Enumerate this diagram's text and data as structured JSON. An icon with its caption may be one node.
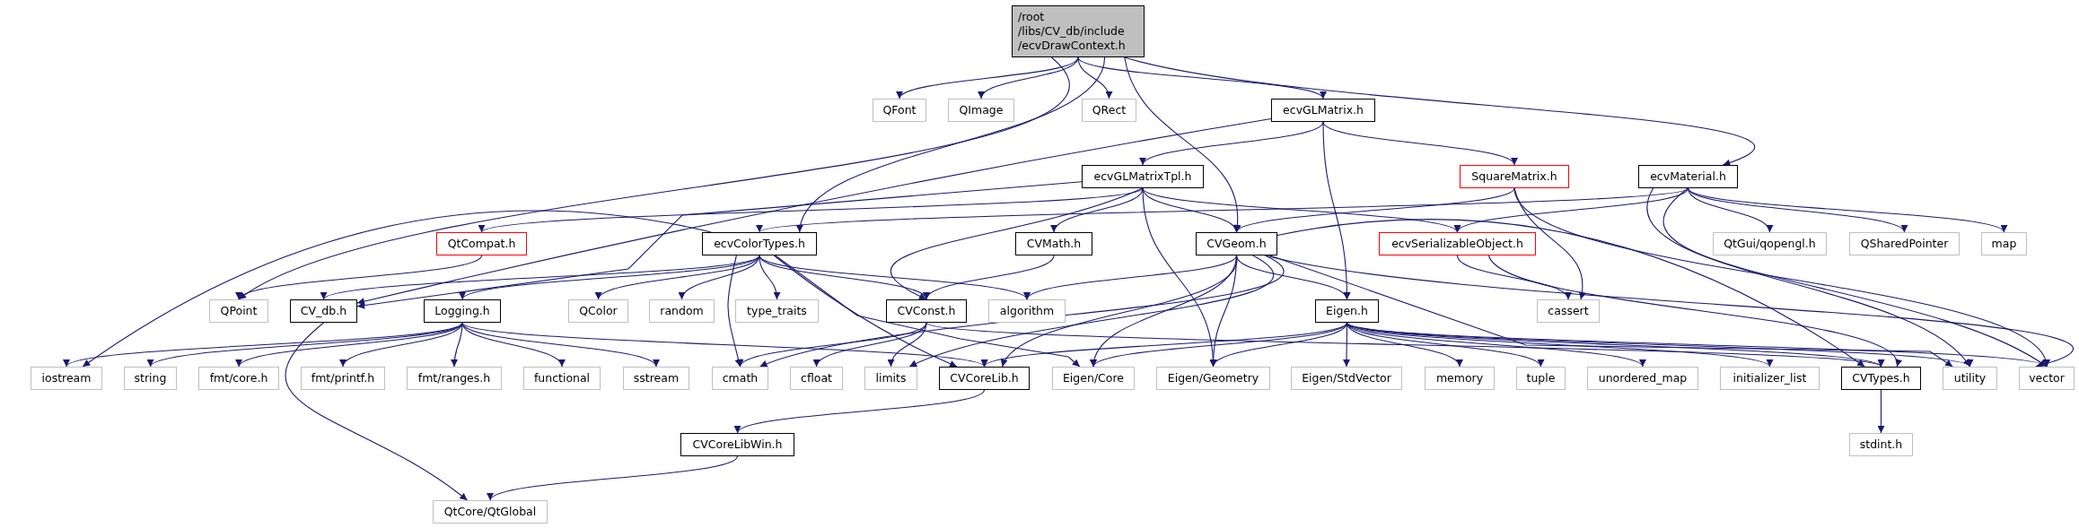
{
  "diagram": {
    "nodes": [
      {
        "text": [
          "/root /libs/CV_db/include /ecvDrawContext.h"
        ]
      },
      {
        "text": [
          "QPoint"
        ]
      },
      {
        "text": [
          "QFont"
        ]
      },
      {
        "text": [
          "QImage"
        ]
      },
      {
        "text": [
          "QRect"
        ]
      },
      {
        "text": [
          "ecvGLMatrix.h"
        ]
      },
      {
        "text": [
          "ecvMaterial.h"
        ]
      },
      {
        "text": [
          "ecvGLMatrixTpl.h"
        ]
      },
      {
        "text": [
          "SquareMatrix.h"
        ]
      },
      {
        "text": [
          "QtCompat.h"
        ]
      },
      {
        "text": [
          "ecvColorTypes.h"
        ]
      },
      {
        "text": [
          "CVMath.h"
        ]
      },
      {
        "text": [
          "CVGeom.h"
        ]
      },
      {
        "text": [
          "ecvSerializableObject.h"
        ]
      },
      {
        "text": [
          "QtGui/qopengl.h"
        ]
      },
      {
        "text": [
          "QSharedPointer"
        ]
      },
      {
        "text": [
          "map"
        ]
      },
      {
        "text": [
          "CV_db.h"
        ]
      },
      {
        "text": [
          "Logging.h"
        ]
      },
      {
        "text": [
          "QColor"
        ]
      },
      {
        "text": [
          "random"
        ]
      },
      {
        "text": [
          "type_traits"
        ]
      },
      {
        "text": [
          "CVConst.h"
        ]
      },
      {
        "text": [
          "algorithm"
        ]
      },
      {
        "text": [
          "Eigen.h"
        ]
      },
      {
        "text": [
          "cassert"
        ]
      },
      {
        "text": [
          "iostream"
        ]
      },
      {
        "text": [
          "string"
        ]
      },
      {
        "text": [
          "fmt/core.h"
        ]
      },
      {
        "text": [
          "fmt/printf.h"
        ]
      },
      {
        "text": [
          "fmt/ranges.h"
        ]
      },
      {
        "text": [
          "functional"
        ]
      },
      {
        "text": [
          "sstream"
        ]
      },
      {
        "text": [
          "cmath"
        ]
      },
      {
        "text": [
          "cfloat"
        ]
      },
      {
        "text": [
          "limits"
        ]
      },
      {
        "text": [
          "CVCoreLib.h"
        ]
      },
      {
        "text": [
          "Eigen/Core"
        ]
      },
      {
        "text": [
          "Eigen/Geometry"
        ]
      },
      {
        "text": [
          "Eigen/StdVector"
        ]
      },
      {
        "text": [
          "memory"
        ]
      },
      {
        "text": [
          "tuple"
        ]
      },
      {
        "text": [
          "unordered_map"
        ]
      },
      {
        "text": [
          "initializer_list"
        ]
      },
      {
        "text": [
          "CVTypes.h"
        ]
      },
      {
        "text": [
          "utility"
        ]
      },
      {
        "text": [
          "vector"
        ]
      },
      {
        "text": [
          "CVCoreLibWin.h"
        ]
      },
      {
        "text": [
          "stdint.h"
        ]
      },
      {
        "text": [
          "QtCore/QtGlobal"
        ]
      }
    ],
    "edges": [
      {
        "from": 0,
        "to": 1,
        "arrow": "to"
      },
      {
        "from": 0,
        "to": 2,
        "arrow": "to"
      },
      {
        "from": 0,
        "to": 3,
        "arrow": "to"
      },
      {
        "from": 0,
        "to": 4,
        "arrow": "to"
      },
      {
        "from": 0,
        "to": 10,
        "arrow": "to"
      },
      {
        "from": 0,
        "to": 12,
        "arrow": "to"
      },
      {
        "from": 0,
        "to": 5,
        "arrow": "to"
      },
      {
        "from": 0,
        "to": 6,
        "arrow": "to"
      },
      {
        "from": 5,
        "to": 7,
        "arrow": "to"
      },
      {
        "from": 5,
        "to": 8,
        "arrow": "to"
      },
      {
        "from": 5,
        "to": 24,
        "arrow": "to"
      },
      {
        "from": 5,
        "to": 17,
        "arrow": "to"
      },
      {
        "from": 7,
        "to": 9,
        "arrow": "to"
      },
      {
        "from": 7,
        "to": 17,
        "arrow": "to"
      },
      {
        "from": 7,
        "to": 11,
        "arrow": "to"
      },
      {
        "from": 7,
        "to": 12,
        "arrow": "to"
      },
      {
        "from": 7,
        "to": 22,
        "arrow": "to"
      },
      {
        "from": 7,
        "to": 38,
        "arrow": "to"
      },
      {
        "from": 7,
        "to": 13,
        "arrow": "to"
      },
      {
        "from": 8,
        "to": 12,
        "arrow": "to"
      },
      {
        "from": 8,
        "to": 25,
        "arrow": "to"
      },
      {
        "from": 8,
        "to": 46,
        "arrow": "to"
      },
      {
        "from": 6,
        "to": 10,
        "arrow": "to"
      },
      {
        "from": 6,
        "to": 13,
        "arrow": "to"
      },
      {
        "from": 6,
        "to": 14,
        "arrow": "to"
      },
      {
        "from": 6,
        "to": 15,
        "arrow": "to"
      },
      {
        "from": 6,
        "to": 16,
        "arrow": "to"
      },
      {
        "from": 6,
        "to": 46,
        "arrow": "to"
      },
      {
        "from": 6,
        "to": 45,
        "arrow": "to"
      },
      {
        "from": 9,
        "to": 1,
        "arrow": "to"
      },
      {
        "from": 10,
        "to": 17,
        "arrow": "to"
      },
      {
        "from": 10,
        "to": 18,
        "arrow": "to"
      },
      {
        "from": 10,
        "to": 19,
        "arrow": "to"
      },
      {
        "from": 10,
        "to": 20,
        "arrow": "to"
      },
      {
        "from": 10,
        "to": 21,
        "arrow": "to"
      },
      {
        "from": 10,
        "to": 22,
        "arrow": "to"
      },
      {
        "from": 10,
        "to": 23,
        "arrow": "to"
      },
      {
        "from": 10,
        "to": 33,
        "arrow": "to"
      },
      {
        "from": 10,
        "to": 26,
        "arrow": "to"
      },
      {
        "from": 10,
        "to": 36,
        "arrow": "to"
      },
      {
        "from": 10,
        "to": 37,
        "arrow": "to"
      },
      {
        "from": 11,
        "to": 22,
        "arrow": "to"
      },
      {
        "from": 12,
        "to": 23,
        "arrow": "to"
      },
      {
        "from": 12,
        "to": 33,
        "arrow": "to"
      },
      {
        "from": 12,
        "to": 35,
        "arrow": "to"
      },
      {
        "from": 12,
        "to": 36,
        "arrow": "to"
      },
      {
        "from": 12,
        "to": 37,
        "arrow": "to"
      },
      {
        "from": 12,
        "to": 38,
        "arrow": "to"
      },
      {
        "from": 12,
        "to": 24,
        "arrow": "to"
      },
      {
        "from": 12,
        "to": 44,
        "arrow": "to"
      },
      {
        "from": 12,
        "to": 45,
        "arrow": "to"
      },
      {
        "from": 12,
        "to": 46,
        "arrow": "to"
      },
      {
        "from": 13,
        "to": 25,
        "arrow": "to"
      },
      {
        "from": 13,
        "to": 44,
        "arrow": "to"
      },
      {
        "from": 18,
        "to": 26,
        "arrow": "to"
      },
      {
        "from": 18,
        "to": 27,
        "arrow": "to"
      },
      {
        "from": 18,
        "to": 28,
        "arrow": "to"
      },
      {
        "from": 18,
        "to": 29,
        "arrow": "to"
      },
      {
        "from": 18,
        "to": 30,
        "arrow": "to"
      },
      {
        "from": 18,
        "to": 31,
        "arrow": "to"
      },
      {
        "from": 18,
        "to": 32,
        "arrow": "to"
      },
      {
        "from": 18,
        "to": 36,
        "arrow": "to"
      },
      {
        "from": 22,
        "to": 33,
        "arrow": "to"
      },
      {
        "from": 22,
        "to": 34,
        "arrow": "to"
      },
      {
        "from": 22,
        "to": 35,
        "arrow": "to"
      },
      {
        "from": 22,
        "to": 44,
        "arrow": "to"
      },
      {
        "from": 24,
        "to": 36,
        "arrow": "to"
      },
      {
        "from": 24,
        "to": 37,
        "arrow": "to"
      },
      {
        "from": 24,
        "to": 38,
        "arrow": "to"
      },
      {
        "from": 24,
        "to": 39,
        "arrow": "to"
      },
      {
        "from": 24,
        "to": 40,
        "arrow": "to"
      },
      {
        "from": 24,
        "to": 41,
        "arrow": "to"
      },
      {
        "from": 24,
        "to": 42,
        "arrow": "to"
      },
      {
        "from": 24,
        "to": 43,
        "arrow": "to"
      },
      {
        "from": 24,
        "to": 44,
        "arrow": "to"
      },
      {
        "from": 24,
        "to": 45,
        "arrow": "to"
      },
      {
        "from": 24,
        "to": 46,
        "arrow": "to"
      },
      {
        "from": 17,
        "to": 49,
        "arrow": "to"
      },
      {
        "from": 36,
        "to": 47,
        "arrow": "to"
      },
      {
        "from": 47,
        "to": 49,
        "arrow": "to"
      },
      {
        "from": 44,
        "to": 48,
        "arrow": "to"
      }
    ]
  }
}
